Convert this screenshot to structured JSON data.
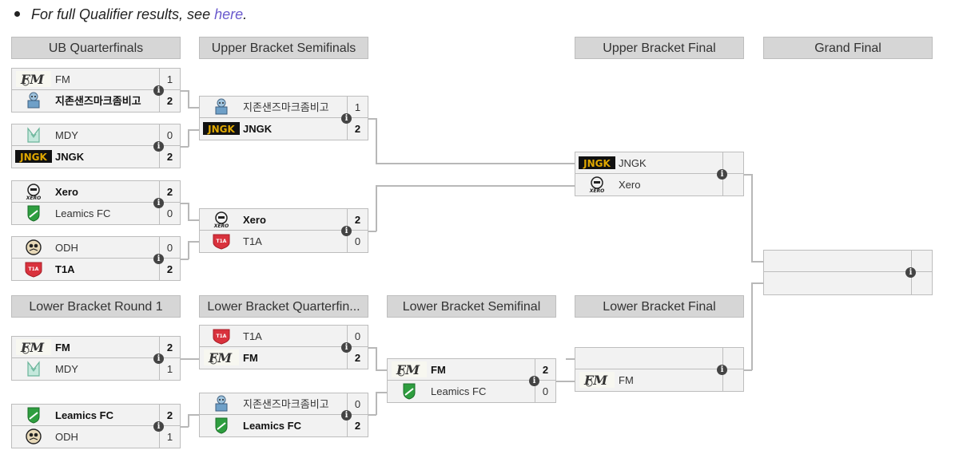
{
  "note": {
    "prefix": "For full Qualifier results, see ",
    "link": "here",
    "suffix": "."
  },
  "headers": {
    "ubqf": "UB Quarterfinals",
    "ubsf": "Upper Bracket Semifinals",
    "ubf": "Upper Bracket Final",
    "gf": "Grand Final",
    "lbr1": "Lower Bracket Round 1",
    "lbqf": "Lower Bracket Quarterfin...",
    "lbsf": "Lower Bracket Semifinal",
    "lbf": "Lower Bracket Final"
  },
  "info_glyph": "i",
  "matches": {
    "ubqf1": {
      "t1": {
        "name": "FM",
        "score": "1",
        "logo": "fm-logo"
      },
      "t2": {
        "name": "지존샌즈마크좀비고",
        "score": "2",
        "logo": "skeleton-logo"
      }
    },
    "ubqf2": {
      "t1": {
        "name": "MDY",
        "score": "0",
        "logo": "mdy-logo"
      },
      "t2": {
        "name": "JNGK",
        "score": "2",
        "logo": "jngk-logo"
      }
    },
    "ubqf3": {
      "t1": {
        "name": "Xero",
        "score": "2",
        "logo": "xero-logo"
      },
      "t2": {
        "name": "Leamics FC",
        "score": "0",
        "logo": "leamics-logo"
      }
    },
    "ubqf4": {
      "t1": {
        "name": "ODH",
        "score": "0",
        "logo": "odh-logo"
      },
      "t2": {
        "name": "T1A",
        "score": "2",
        "logo": "t1a-logo"
      }
    },
    "ubsf1": {
      "t1": {
        "name": "지존샌즈마크좀비고",
        "score": "1",
        "logo": "skeleton-logo"
      },
      "t2": {
        "name": "JNGK",
        "score": "2",
        "logo": "jngk-logo"
      }
    },
    "ubsf2": {
      "t1": {
        "name": "Xero",
        "score": "2",
        "logo": "xero-logo"
      },
      "t2": {
        "name": "T1A",
        "score": "0",
        "logo": "t1a-logo"
      }
    },
    "ubf": {
      "t1": {
        "name": "JNGK",
        "score": "",
        "logo": "jngk-logo"
      },
      "t2": {
        "name": "Xero",
        "score": "",
        "logo": "xero-logo"
      }
    },
    "lbr1a": {
      "t1": {
        "name": "FM",
        "score": "2",
        "logo": "fm-logo"
      },
      "t2": {
        "name": "MDY",
        "score": "1",
        "logo": "mdy-logo"
      }
    },
    "lbr1b": {
      "t1": {
        "name": "Leamics FC",
        "score": "2",
        "logo": "leamics-logo"
      },
      "t2": {
        "name": "ODH",
        "score": "1",
        "logo": "odh-logo"
      }
    },
    "lbqf1": {
      "t1": {
        "name": "T1A",
        "score": "0",
        "logo": "t1a-logo"
      },
      "t2": {
        "name": "FM",
        "score": "2",
        "logo": "fm-logo"
      }
    },
    "lbqf2": {
      "t1": {
        "name": "지존샌즈마크좀비고",
        "score": "0",
        "logo": "skeleton-logo"
      },
      "t2": {
        "name": "Leamics FC",
        "score": "2",
        "logo": "leamics-logo"
      }
    },
    "lbsf": {
      "t1": {
        "name": "FM",
        "score": "2",
        "logo": "fm-logo"
      },
      "t2": {
        "name": "Leamics FC",
        "score": "0",
        "logo": "leamics-logo"
      }
    },
    "lbf": {
      "t1": {
        "name": "",
        "score": "",
        "logo": ""
      },
      "t2": {
        "name": "FM",
        "score": "",
        "logo": "fm-logo"
      }
    },
    "gf": {
      "t1": {
        "name": "",
        "score": "",
        "logo": ""
      },
      "t2": {
        "name": "",
        "score": "",
        "logo": ""
      }
    }
  },
  "colors": {
    "header_bg": "#d6d6d6",
    "match_bg": "#f2f2f2",
    "link": "#6a5acd",
    "jngk_gold": "#e0a800",
    "leamics_green": "#2e9e3f",
    "t1a_red": "#d9323d"
  }
}
